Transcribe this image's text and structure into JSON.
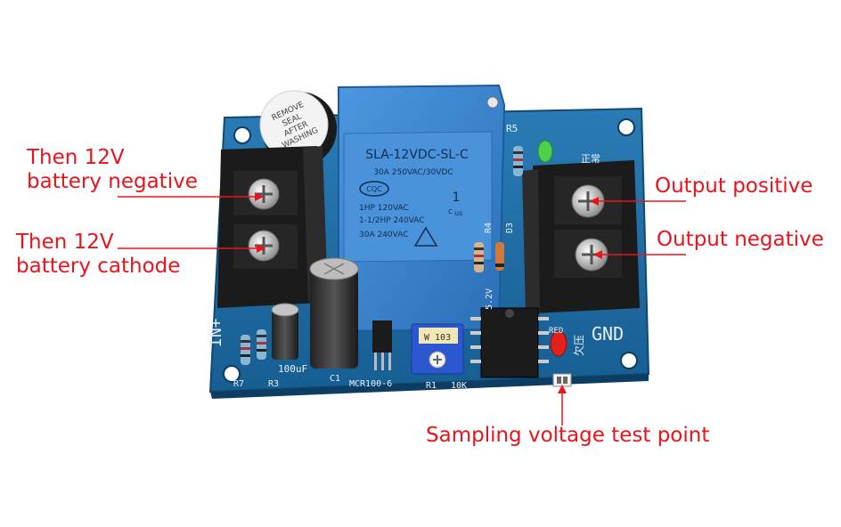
{
  "callouts": {
    "left_top": [
      "Then 12V",
      "battery negative"
    ],
    "left_bottom": [
      "Then 12V",
      "battery cathode"
    ],
    "right_top": "Output positive",
    "right_bottom": "Output negative",
    "bottom": "Sampling voltage test point"
  },
  "board_labels": {
    "relay_model": "SLA-12VDC-SL-C",
    "relay_rating1": "30A  250VAC/30VDC",
    "relay_cqc": "CQC",
    "relay_rating2": "1HP 120VAC",
    "relay_rating3": "1-1/2HP 240VAC",
    "relay_rating4": "30A  240VAC",
    "relay_cert": "c",
    "relay_us": "us",
    "relay_one": "1",
    "buzzer1": "REMOVE",
    "buzzer2": "SEAL",
    "buzzer3": "AFTER",
    "buzzer4": "WASHING",
    "in_label": "IN+",
    "gnd": "GND",
    "r5": "R5",
    "r4": "R4",
    "d3": "D3",
    "zener": "5.2V",
    "red": "RED",
    "undervolt": "欠压",
    "c1": "C1",
    "r7": "R7",
    "r3": "R3",
    "cap_100uf": "100uF",
    "mcr": "MCR100-6",
    "r1": "R1",
    "r1_value": "10K",
    "pot": "W 103",
    "top_cn": "正常"
  },
  "colors": {
    "callout": "#e8141c",
    "pcb": "#1f6fa8",
    "relay": "#3a86d1",
    "terminal": "#1b1b1b"
  }
}
